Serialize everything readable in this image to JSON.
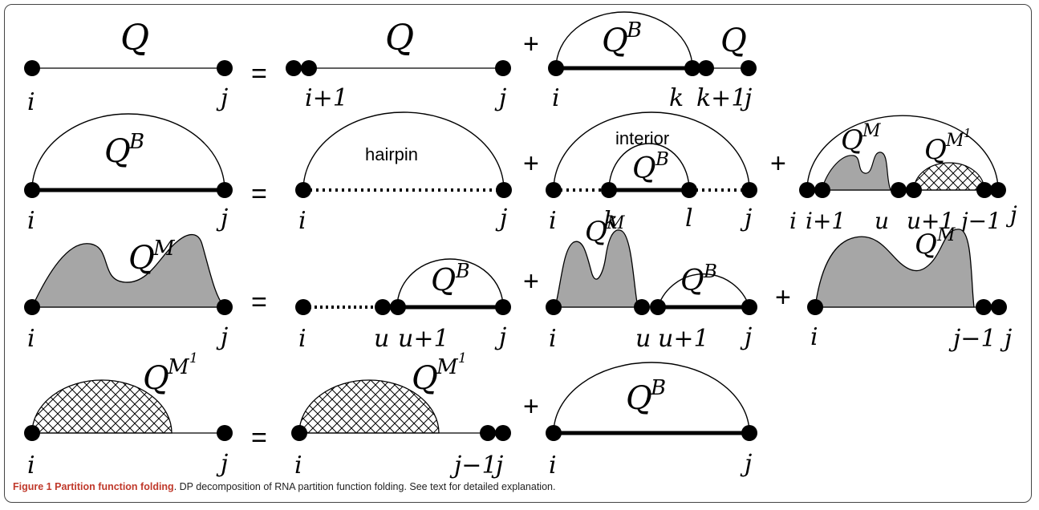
{
  "figure": {
    "label": "Figure 1",
    "title": "Partition function folding",
    "caption_rest": ". DP decomposition of RNA partition function folding. See text for detailed explanation."
  },
  "symbols": {
    "Q": "Q",
    "B": "B",
    "M": "M",
    "M1": "M",
    "one": "1",
    "eq": "=",
    "plus": "+"
  },
  "labels": {
    "i": "i",
    "j": "j",
    "k": "k",
    "l": "l",
    "u": "u",
    "i_plus_1": "i+1",
    "k_plus_1": "k+1",
    "u_plus_1": "u+1",
    "j_minus_1": "j−1",
    "hairpin": "hairpin",
    "interior": "interior"
  },
  "colors": {
    "fill_gray": "#a6a6a6",
    "line": "#000000",
    "caption_accent": "#c0392b"
  }
}
